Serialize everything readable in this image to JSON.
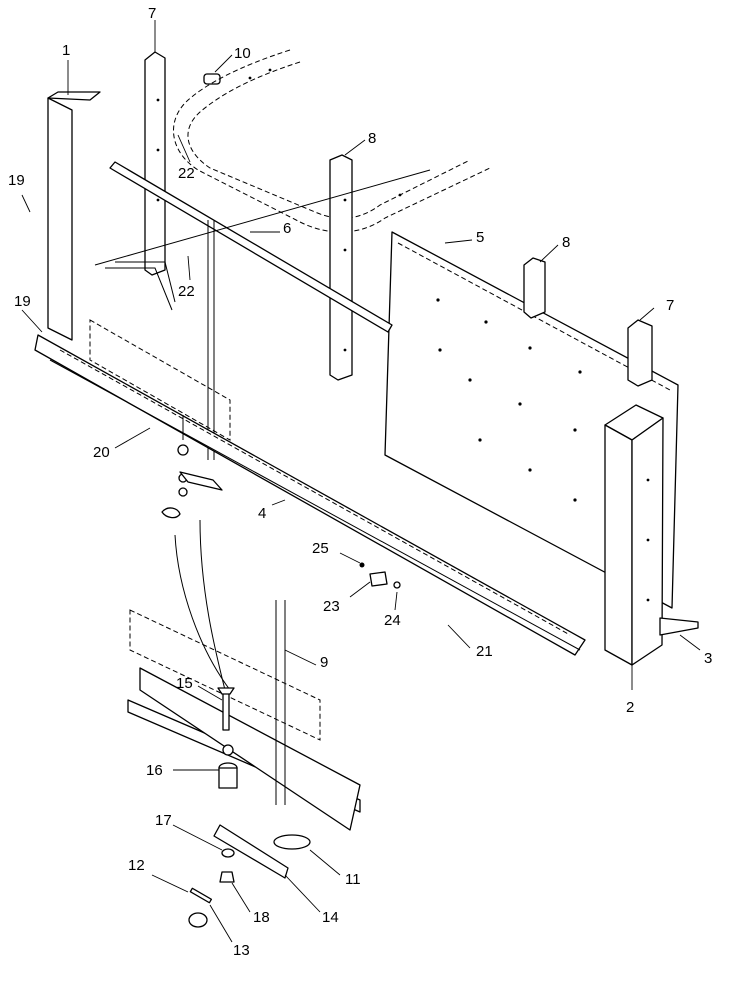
{
  "callouts": {
    "c1": "1",
    "c2": "2",
    "c3": "3",
    "c4": "4",
    "c5": "5",
    "c6": "6",
    "c7a": "7",
    "c7b": "7",
    "c8a": "8",
    "c8b": "8",
    "c9": "9",
    "c10": "10",
    "c11": "11",
    "c12": "12",
    "c13": "13",
    "c14": "14",
    "c15": "15",
    "c16": "16",
    "c17": "17",
    "c18": "18",
    "c19a": "19",
    "c19b": "19",
    "c20": "20",
    "c21": "21",
    "c22a": "22",
    "c22b": "22",
    "c23": "23",
    "c24": "24",
    "c25": "25"
  }
}
